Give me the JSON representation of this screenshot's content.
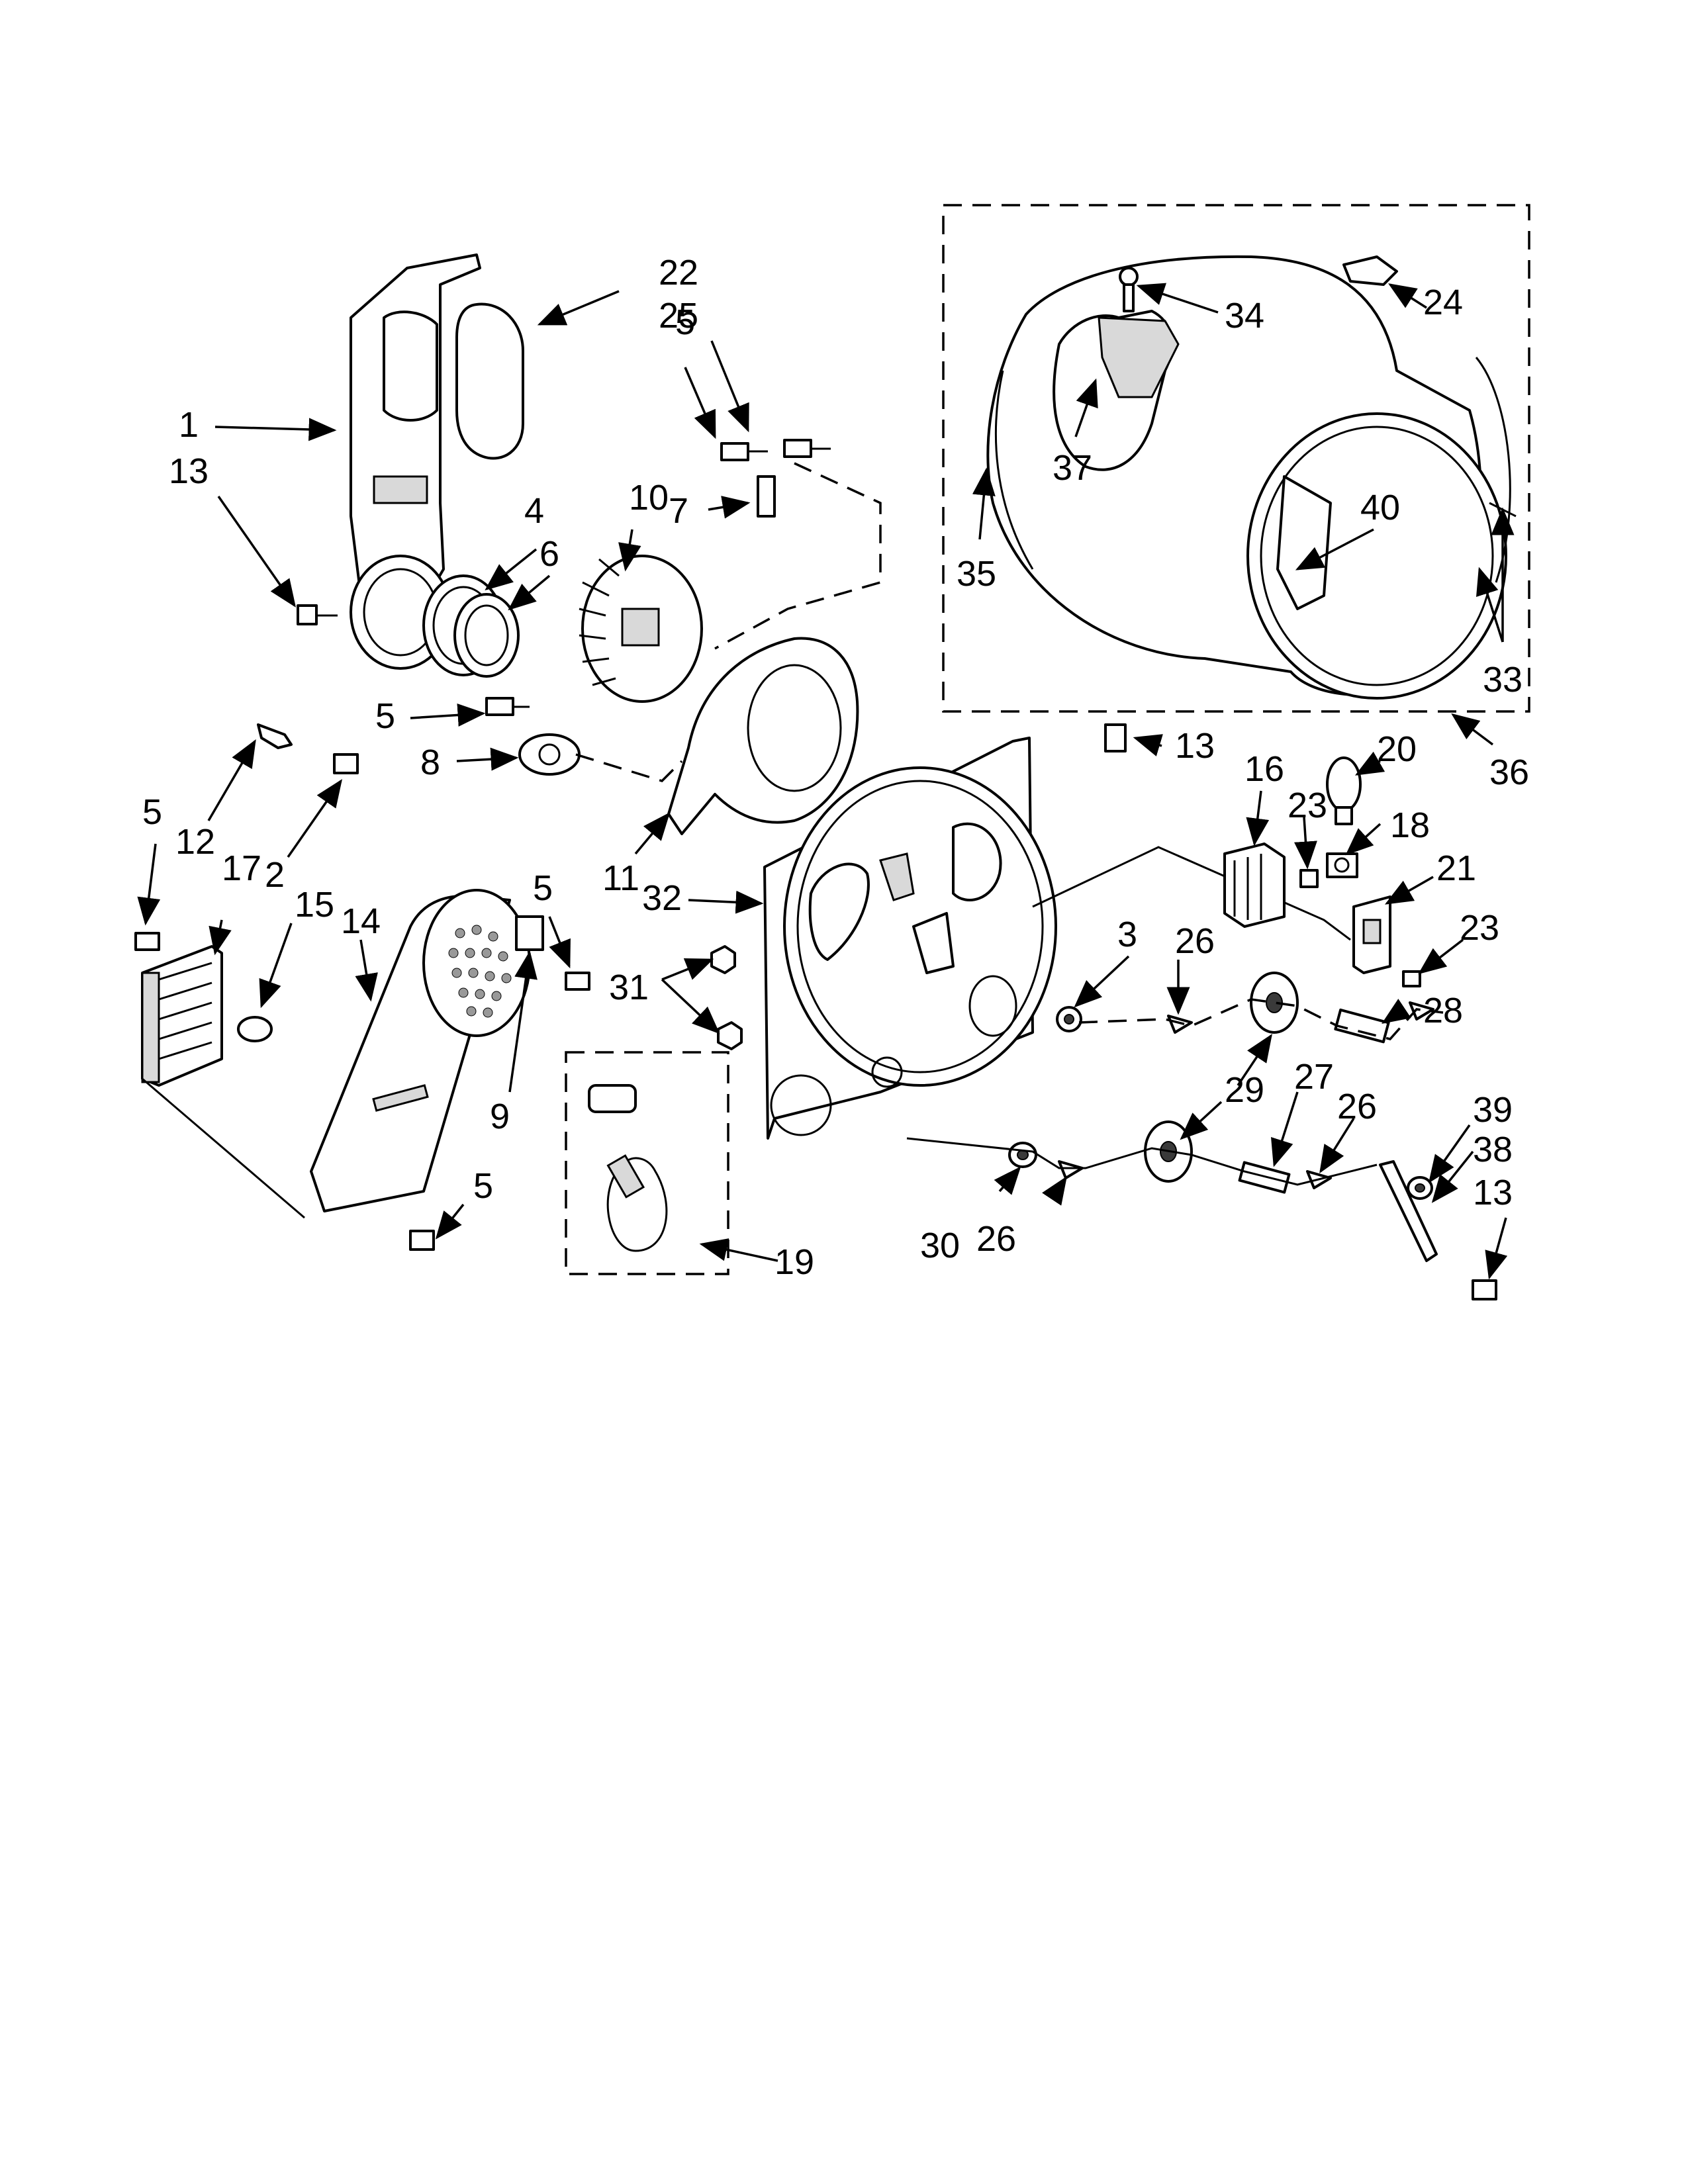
{
  "callouts": [
    {
      "id": "c1",
      "label": "1"
    },
    {
      "id": "c2",
      "label": "2"
    },
    {
      "id": "c3",
      "label": "3"
    },
    {
      "id": "c4",
      "label": "4"
    },
    {
      "id": "c5a",
      "label": "5"
    },
    {
      "id": "c5b",
      "label": "5"
    },
    {
      "id": "c5c",
      "label": "5"
    },
    {
      "id": "c5d",
      "label": "5"
    },
    {
      "id": "c5e",
      "label": "5"
    },
    {
      "id": "c6",
      "label": "6"
    },
    {
      "id": "c7",
      "label": "7"
    },
    {
      "id": "c8",
      "label": "8"
    },
    {
      "id": "c9",
      "label": "9"
    },
    {
      "id": "c10",
      "label": "10"
    },
    {
      "id": "c11",
      "label": "11"
    },
    {
      "id": "c12",
      "label": "12"
    },
    {
      "id": "c13a",
      "label": "13"
    },
    {
      "id": "c13b",
      "label": "13"
    },
    {
      "id": "c13c",
      "label": "13"
    },
    {
      "id": "c14",
      "label": "14"
    },
    {
      "id": "c15",
      "label": "15"
    },
    {
      "id": "c16",
      "label": "16"
    },
    {
      "id": "c17",
      "label": "17"
    },
    {
      "id": "c18",
      "label": "18"
    },
    {
      "id": "c19",
      "label": "19"
    },
    {
      "id": "c20",
      "label": "20"
    },
    {
      "id": "c21",
      "label": "21"
    },
    {
      "id": "c22",
      "label": "22"
    },
    {
      "id": "c23a",
      "label": "23"
    },
    {
      "id": "c23b",
      "label": "23"
    },
    {
      "id": "c24",
      "label": "24"
    },
    {
      "id": "c25",
      "label": "25"
    },
    {
      "id": "c26a",
      "label": "26"
    },
    {
      "id": "c26b",
      "label": "26"
    },
    {
      "id": "c26c",
      "label": "26"
    },
    {
      "id": "c27",
      "label": "27"
    },
    {
      "id": "c28",
      "label": "28"
    },
    {
      "id": "c29",
      "label": "29"
    },
    {
      "id": "c30",
      "label": "30"
    },
    {
      "id": "c31",
      "label": "31"
    },
    {
      "id": "c32",
      "label": "32"
    },
    {
      "id": "c33",
      "label": "33"
    },
    {
      "id": "c34",
      "label": "34"
    },
    {
      "id": "c35",
      "label": "35"
    },
    {
      "id": "c36",
      "label": "36"
    },
    {
      "id": "c37",
      "label": "37"
    },
    {
      "id": "c38",
      "label": "38"
    },
    {
      "id": "c39",
      "label": "39"
    },
    {
      "id": "c40",
      "label": "40"
    }
  ]
}
